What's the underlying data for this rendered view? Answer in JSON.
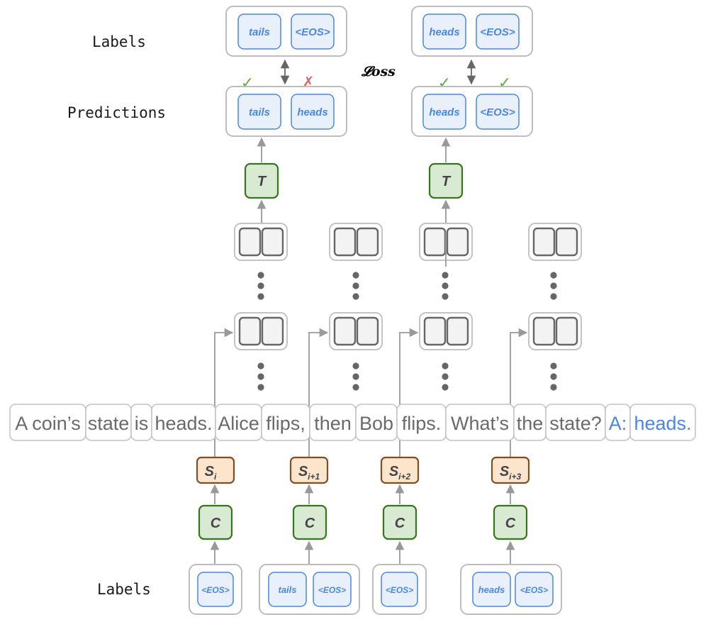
{
  "left_labels": {
    "top_labels": "Labels",
    "predictions": "Predictions",
    "bottom_labels": "Labels"
  },
  "loss_label": "𝓛oss",
  "top_groups": [
    {
      "labels": [
        "tails",
        "<EOS>"
      ],
      "predictions": [
        "tails",
        "heads"
      ],
      "marks": [
        "✓",
        "✗"
      ],
      "mark_status": [
        "correct",
        "wrong"
      ]
    },
    {
      "labels": [
        "heads",
        "<EOS>"
      ],
      "predictions": [
        "heads",
        "<EOS>"
      ],
      "marks": [
        "✓",
        "✓"
      ],
      "mark_status": [
        "correct",
        "correct"
      ]
    }
  ],
  "transform_label": "T",
  "compress_label": "C",
  "ellipsis": "⋮",
  "tokens": [
    {
      "text": "A coin’s",
      "answer": false
    },
    {
      "text": "state",
      "answer": false
    },
    {
      "text": "is",
      "answer": false
    },
    {
      "text": "heads.",
      "answer": false
    },
    {
      "text": "Alice",
      "answer": false
    },
    {
      "text": "flips,",
      "answer": false
    },
    {
      "text": "then",
      "answer": false
    },
    {
      "text": "Bob",
      "answer": false
    },
    {
      "text": "flips.",
      "answer": false
    },
    {
      "text": "What’s",
      "answer": false
    },
    {
      "text": "the",
      "answer": false
    },
    {
      "text": "state?",
      "answer": false
    },
    {
      "text": "A:",
      "answer": true
    },
    {
      "text": "heads.",
      "answer": true
    }
  ],
  "states": [
    {
      "base": "S",
      "sub": "i"
    },
    {
      "base": "S",
      "sub": "i+1"
    },
    {
      "base": "S",
      "sub": "i+2"
    },
    {
      "base": "S",
      "sub": "i+3"
    }
  ],
  "bottom_groups": [
    {
      "labels": [
        "<EOS>"
      ]
    },
    {
      "labels": [
        "tails",
        "<EOS>"
      ]
    },
    {
      "labels": [
        "<EOS>"
      ]
    },
    {
      "labels": [
        "heads",
        "<EOS>"
      ]
    }
  ],
  "colors": {
    "label_fill": "#e8f0fb",
    "label_stroke": "#4a86e8",
    "op_fill": "#d9ead3",
    "op_stroke": "#38761d",
    "state_fill": "#fce5cd",
    "state_stroke": "#7f4f24",
    "check": "#6aa84f",
    "cross": "#e06666",
    "answer": "#4a86e8",
    "gray": "#999999"
  }
}
